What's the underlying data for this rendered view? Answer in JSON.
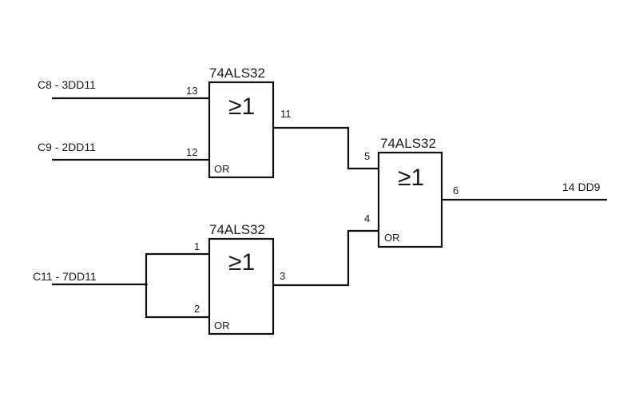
{
  "diagram": {
    "type": "logic schematic",
    "gates": [
      {
        "id": "U1",
        "part": "74ALS32",
        "symbol": "≥1",
        "type_label": "OR",
        "inputs": [
          {
            "pin": "13",
            "net": "C8 - 3DD11"
          },
          {
            "pin": "12",
            "net": "C9 - 2DD11"
          }
        ],
        "output": {
          "pin": "11"
        }
      },
      {
        "id": "U2",
        "part": "74ALS32",
        "symbol": "≥1",
        "type_label": "OR",
        "inputs": [
          {
            "pin": "1",
            "net": "C11 - 7DD11"
          },
          {
            "pin": "2",
            "net": "C11 - 7DD11"
          }
        ],
        "output": {
          "pin": "3"
        }
      },
      {
        "id": "U3",
        "part": "74ALS32",
        "symbol": "≥1",
        "type_label": "OR",
        "inputs": [
          {
            "pin": "5",
            "from": "U1 pin 11"
          },
          {
            "pin": "4",
            "from": "U2 pin 3"
          }
        ],
        "output": {
          "pin": "6",
          "net": "14 DD9"
        }
      }
    ],
    "nets": {
      "in_a": "C8 - 3DD11",
      "in_b": "C9 - 2DD11",
      "in_c": "C11 - 7DD11",
      "out": "14 DD9"
    }
  }
}
